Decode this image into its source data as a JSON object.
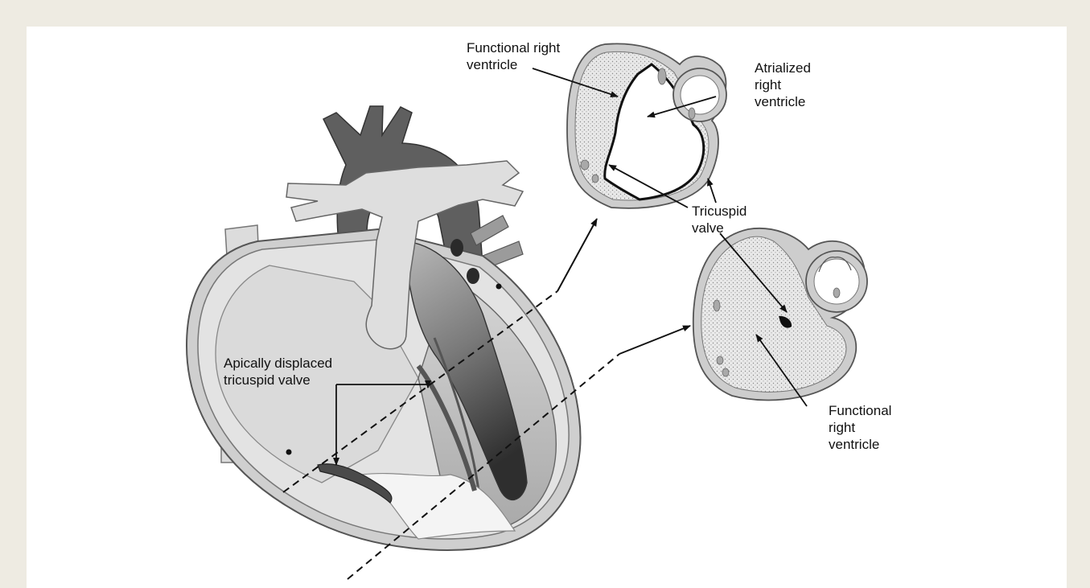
{
  "figure": {
    "labels": {
      "functional_rv_top": [
        "Functional right",
        "ventricle"
      ],
      "atrialized_rv": [
        "Atrialized",
        "right",
        "ventricle"
      ],
      "tricuspid_valve": [
        "Tricuspid",
        "valve"
      ],
      "apically_displaced": [
        "Apically displaced",
        "tricuspid valve"
      ],
      "functional_rv_bottom": [
        "Functional",
        "right",
        "ventricle"
      ]
    },
    "colors": {
      "background": "#eeebe2",
      "panel": "#ffffff",
      "light_gray": "#d9d9d9",
      "mid_gray": "#9a9a9a",
      "dark_gray": "#5e5e5e",
      "stipple": "#bdbdbd"
    }
  }
}
